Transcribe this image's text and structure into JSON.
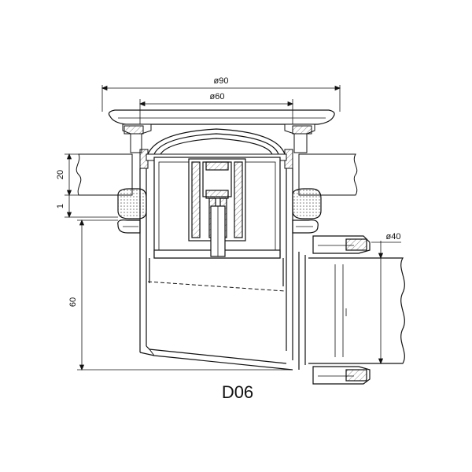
{
  "drawing": {
    "title": "D06",
    "colors": {
      "line": "#111111",
      "hatch": "#8a8a8a",
      "background": "#ffffff"
    },
    "dimensions": {
      "outer_diameter": "ø90",
      "inner_diameter": "ø60",
      "outlet_diameter": "ø40",
      "thickness": "20",
      "gap": "1",
      "height": "60"
    }
  }
}
